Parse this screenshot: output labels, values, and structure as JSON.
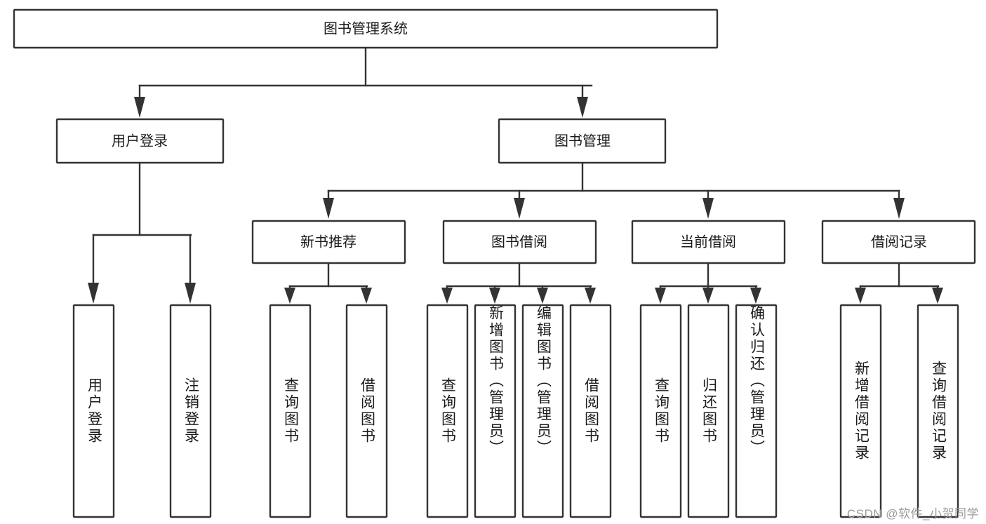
{
  "diagram": {
    "title": "图书管理系统",
    "type": "tree",
    "watermark": "CSDN @软件_小贺同学",
    "colors": {
      "stroke": "#333333",
      "fill": "#ffffff",
      "text": "#1a1a1a",
      "watermark": "#9a9a9a"
    },
    "root": {
      "id": "root",
      "label": "图书管理系统",
      "orientation": "horizontal"
    },
    "level2": [
      {
        "id": "user-login",
        "label": "用户登录",
        "orientation": "horizontal"
      },
      {
        "id": "book-manage",
        "label": "图书管理",
        "orientation": "horizontal"
      }
    ],
    "level3": [
      {
        "id": "new-book-recommend",
        "label": "新书推荐",
        "orientation": "horizontal",
        "parent": "book-manage"
      },
      {
        "id": "book-borrow",
        "label": "图书借阅",
        "orientation": "horizontal",
        "parent": "book-manage"
      },
      {
        "id": "current-borrow",
        "label": "当前借阅",
        "orientation": "horizontal",
        "parent": "book-manage"
      },
      {
        "id": "borrow-record",
        "label": "借阅记录",
        "orientation": "horizontal",
        "parent": "book-manage"
      }
    ],
    "leaves": [
      {
        "id": "leaf-user-login",
        "label": "用户登录",
        "parent": "user-login",
        "orientation": "vertical"
      },
      {
        "id": "leaf-logout",
        "label": "注销登录",
        "parent": "user-login",
        "orientation": "vertical"
      },
      {
        "id": "leaf-query-book-1",
        "label": "查询图书",
        "parent": "new-book-recommend",
        "orientation": "vertical"
      },
      {
        "id": "leaf-borrow-book-1",
        "label": "借阅图书",
        "parent": "new-book-recommend",
        "orientation": "vertical"
      },
      {
        "id": "leaf-query-book-2",
        "label": "查询图书",
        "parent": "book-borrow",
        "orientation": "vertical"
      },
      {
        "id": "leaf-add-book",
        "label": "新增图书（管理员）",
        "parent": "book-borrow",
        "orientation": "vertical"
      },
      {
        "id": "leaf-edit-book",
        "label": "编辑图书（管理员）",
        "parent": "book-borrow",
        "orientation": "vertical"
      },
      {
        "id": "leaf-borrow-book-2",
        "label": "借阅图书",
        "parent": "book-borrow",
        "orientation": "vertical"
      },
      {
        "id": "leaf-query-book-3",
        "label": "查询图书",
        "parent": "current-borrow",
        "orientation": "vertical"
      },
      {
        "id": "leaf-return-book",
        "label": "归还图书",
        "parent": "current-borrow",
        "orientation": "vertical"
      },
      {
        "id": "leaf-confirm-return",
        "label": "确认归还（管理员）",
        "parent": "current-borrow",
        "orientation": "vertical"
      },
      {
        "id": "leaf-add-record",
        "label": "新增借阅记录",
        "parent": "borrow-record",
        "orientation": "vertical"
      },
      {
        "id": "leaf-query-record",
        "label": "查询借阅记录",
        "parent": "borrow-record",
        "orientation": "vertical"
      }
    ]
  }
}
